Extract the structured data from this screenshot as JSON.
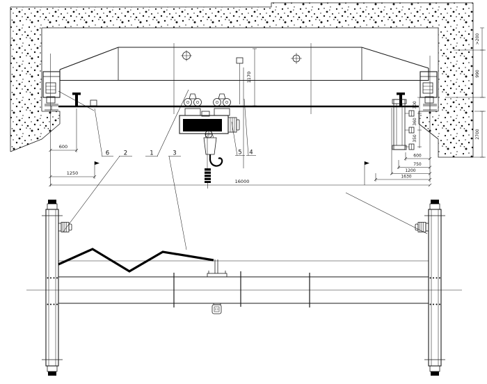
{
  "drawing": {
    "dimensions": {
      "left_rail_offset": "600",
      "left_hook_approach": "1250",
      "girder_height": "1170",
      "span": "16000",
      "top_clearance": ">200",
      "right_headroom": "990",
      "right_wall_height": "2700",
      "bracket_spacing_1": "300",
      "bracket_spacing_2": "360",
      "bracket_spacing_3": "350",
      "right_offset_1": "600",
      "right_offset_2": "750",
      "right_offset_3": "1200",
      "right_offset_4": "1630"
    },
    "item_labels": {
      "item1": "1",
      "item2": "2",
      "item3": "3",
      "item4": "4",
      "item5": "5",
      "item6": "6"
    }
  }
}
